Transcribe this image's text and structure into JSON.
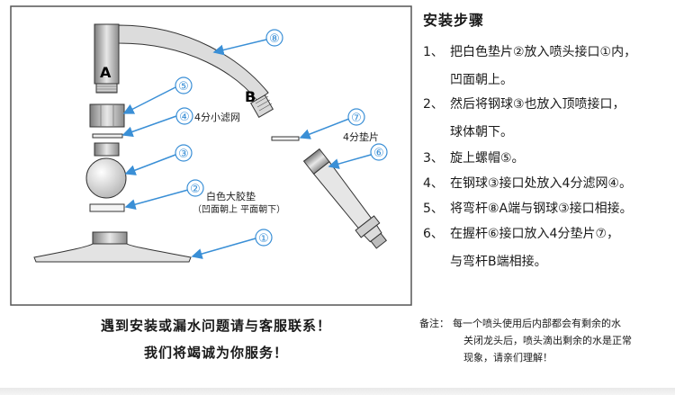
{
  "diagram": {
    "label_a": "A",
    "label_b": "B",
    "callouts": [
      "⑧",
      "⑤",
      "④",
      "③",
      "②",
      "①",
      "⑦",
      "⑥"
    ],
    "filter_label": "4分小滤网",
    "gasket_label": "4分垫片",
    "rubber_label": "白色大胶垫",
    "rubber_sub": "（凹面朝上 平面朝下）"
  },
  "steps": {
    "title": "安装步骤",
    "items": [
      {
        "num": "1、",
        "lines": [
          "把白色垫片②放入喷头接口①内，",
          "凹面朝上。"
        ]
      },
      {
        "num": "2、",
        "lines": [
          "然后将钢球③也放入顶喷接口，",
          "球体朝下。"
        ]
      },
      {
        "num": "3、",
        "lines": [
          "旋上螺帽⑤。"
        ]
      },
      {
        "num": "4、",
        "lines": [
          "在钢球③接口处放入4分滤网④。"
        ]
      },
      {
        "num": "5、",
        "lines": [
          "将弯杆⑧A端与钢球③接口相接。"
        ]
      },
      {
        "num": "6、",
        "lines": [
          "在握杆⑥接口放入4分垫片⑦，",
          "与弯杆B端相接。"
        ]
      }
    ]
  },
  "contact": {
    "line1": "遇到安装或漏水问题请与客服联系！",
    "line2": "我们将竭诚为你服务！"
  },
  "note": {
    "label": "备注：",
    "lines": [
      "每一个喷头使用后内部都会有剩余的水",
      "关闭龙头后，喷头滴出剩余的水是正常",
      "现象，请亲们理解！"
    ]
  },
  "colors": {
    "callout": "#3a8fd6",
    "outline": "#333333",
    "frame": "#555555"
  }
}
